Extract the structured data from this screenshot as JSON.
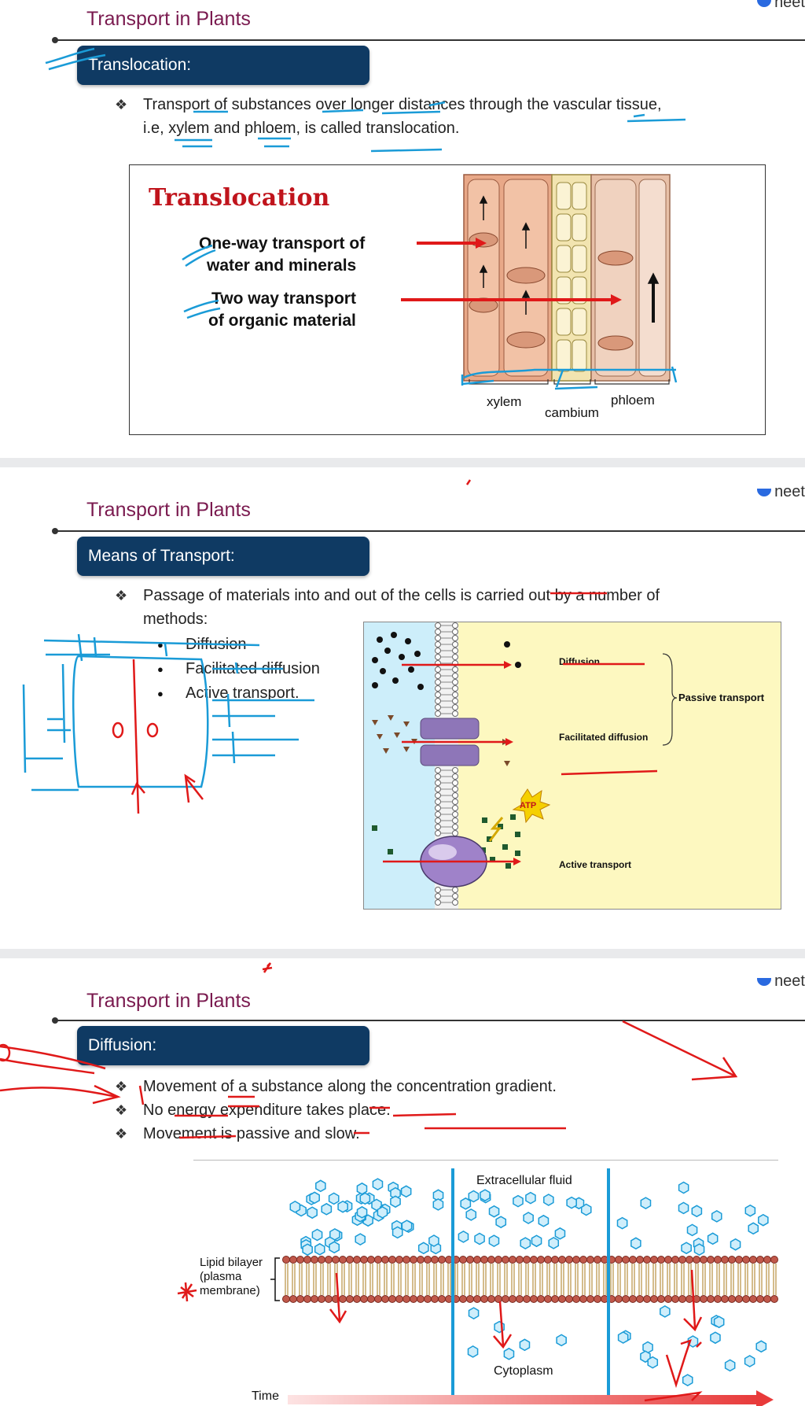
{
  "brand": {
    "name": "neet"
  },
  "slide1": {
    "title": "Transport in Plants",
    "badge": "Translocation:",
    "bullet_line1": "Transport of substances over longer distances through the vascular tissue,",
    "bullet_line2": "i.e, xylem and phloem, is called translocation.",
    "figure": {
      "heading": "Translocation",
      "label1_line1": "One-way transport of",
      "label1_line2": "water and minerals",
      "label2_line1": "Two way transport",
      "label2_line2": "of organic material",
      "xylem": "xylem",
      "cambium": "cambium",
      "phloem": "phloem"
    }
  },
  "slide2": {
    "title": "Transport in Plants",
    "badge": "Means of Transport:",
    "bullet_line1": "Passage of materials into and out of the cells is carried out by a number of",
    "bullet_line2": "methods:",
    "methods": [
      "Diffusion",
      "Facilitated diffusion",
      "Active transport."
    ],
    "figure": {
      "diffusion": "Diffusion",
      "facilitated": "Facilitated diffusion",
      "active": "Active transport",
      "passive": "Passive transport",
      "atp": "ATP"
    }
  },
  "slide3": {
    "title": "Transport in Plants",
    "badge": "Diffusion:",
    "bullets": [
      "Movement of a substance along the concentration gradient.",
      "No energy expenditure takes place.",
      "Movement is passive and slow."
    ],
    "figure": {
      "extracellular": "Extracellular fluid",
      "bilayer_line1": "Lipid bilayer",
      "bilayer_line2": "(plasma",
      "bilayer_line3": "membrane)",
      "cytoplasm": "Cytoplasm",
      "time": "Time"
    }
  },
  "colors": {
    "accent": "#7a1a4f",
    "badge": "#0f3a63",
    "annotation_blue": "#1a9bd7",
    "annotation_red": "#e01919"
  }
}
